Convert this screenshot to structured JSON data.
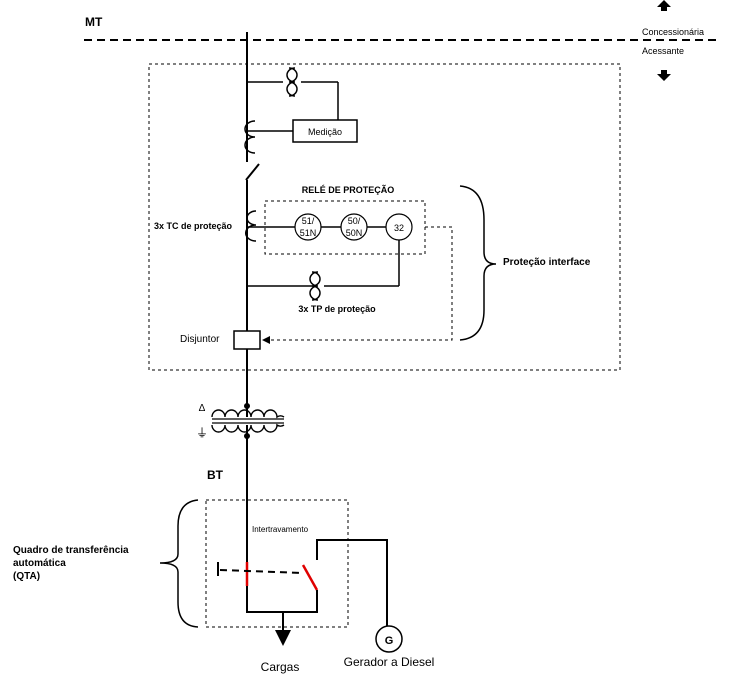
{
  "labels": {
    "mt": "MT",
    "bt": "BT",
    "concessionaria": "Concessionária",
    "acessante": "Acessante",
    "medicao": "Medição",
    "rele_title": "RELÉ DE PROTEÇÃO",
    "tc": "3x TC de proteção",
    "tp": "3x TP de proteção",
    "disjuntor": "Disjuntor",
    "protecao_interface": "Proteção interface",
    "relay_51_a": "51/",
    "relay_51_b": "51N",
    "relay_50_a": "50/",
    "relay_50_b": "50N",
    "relay_32": "32",
    "intertravamento": "Intertravamento",
    "qta_line1": "Quadro de transferência",
    "qta_line2": "automática",
    "qta_line3": "(QTA)",
    "cargas": "Cargas",
    "gerador_symbol": "G",
    "gerador": "Gerador a Diesel",
    "delta_symbol": "Δ",
    "star_symbol": "⏚"
  },
  "colors": {
    "line": "#000000",
    "switch": "#e00000",
    "box_fill": "#ffffff"
  }
}
